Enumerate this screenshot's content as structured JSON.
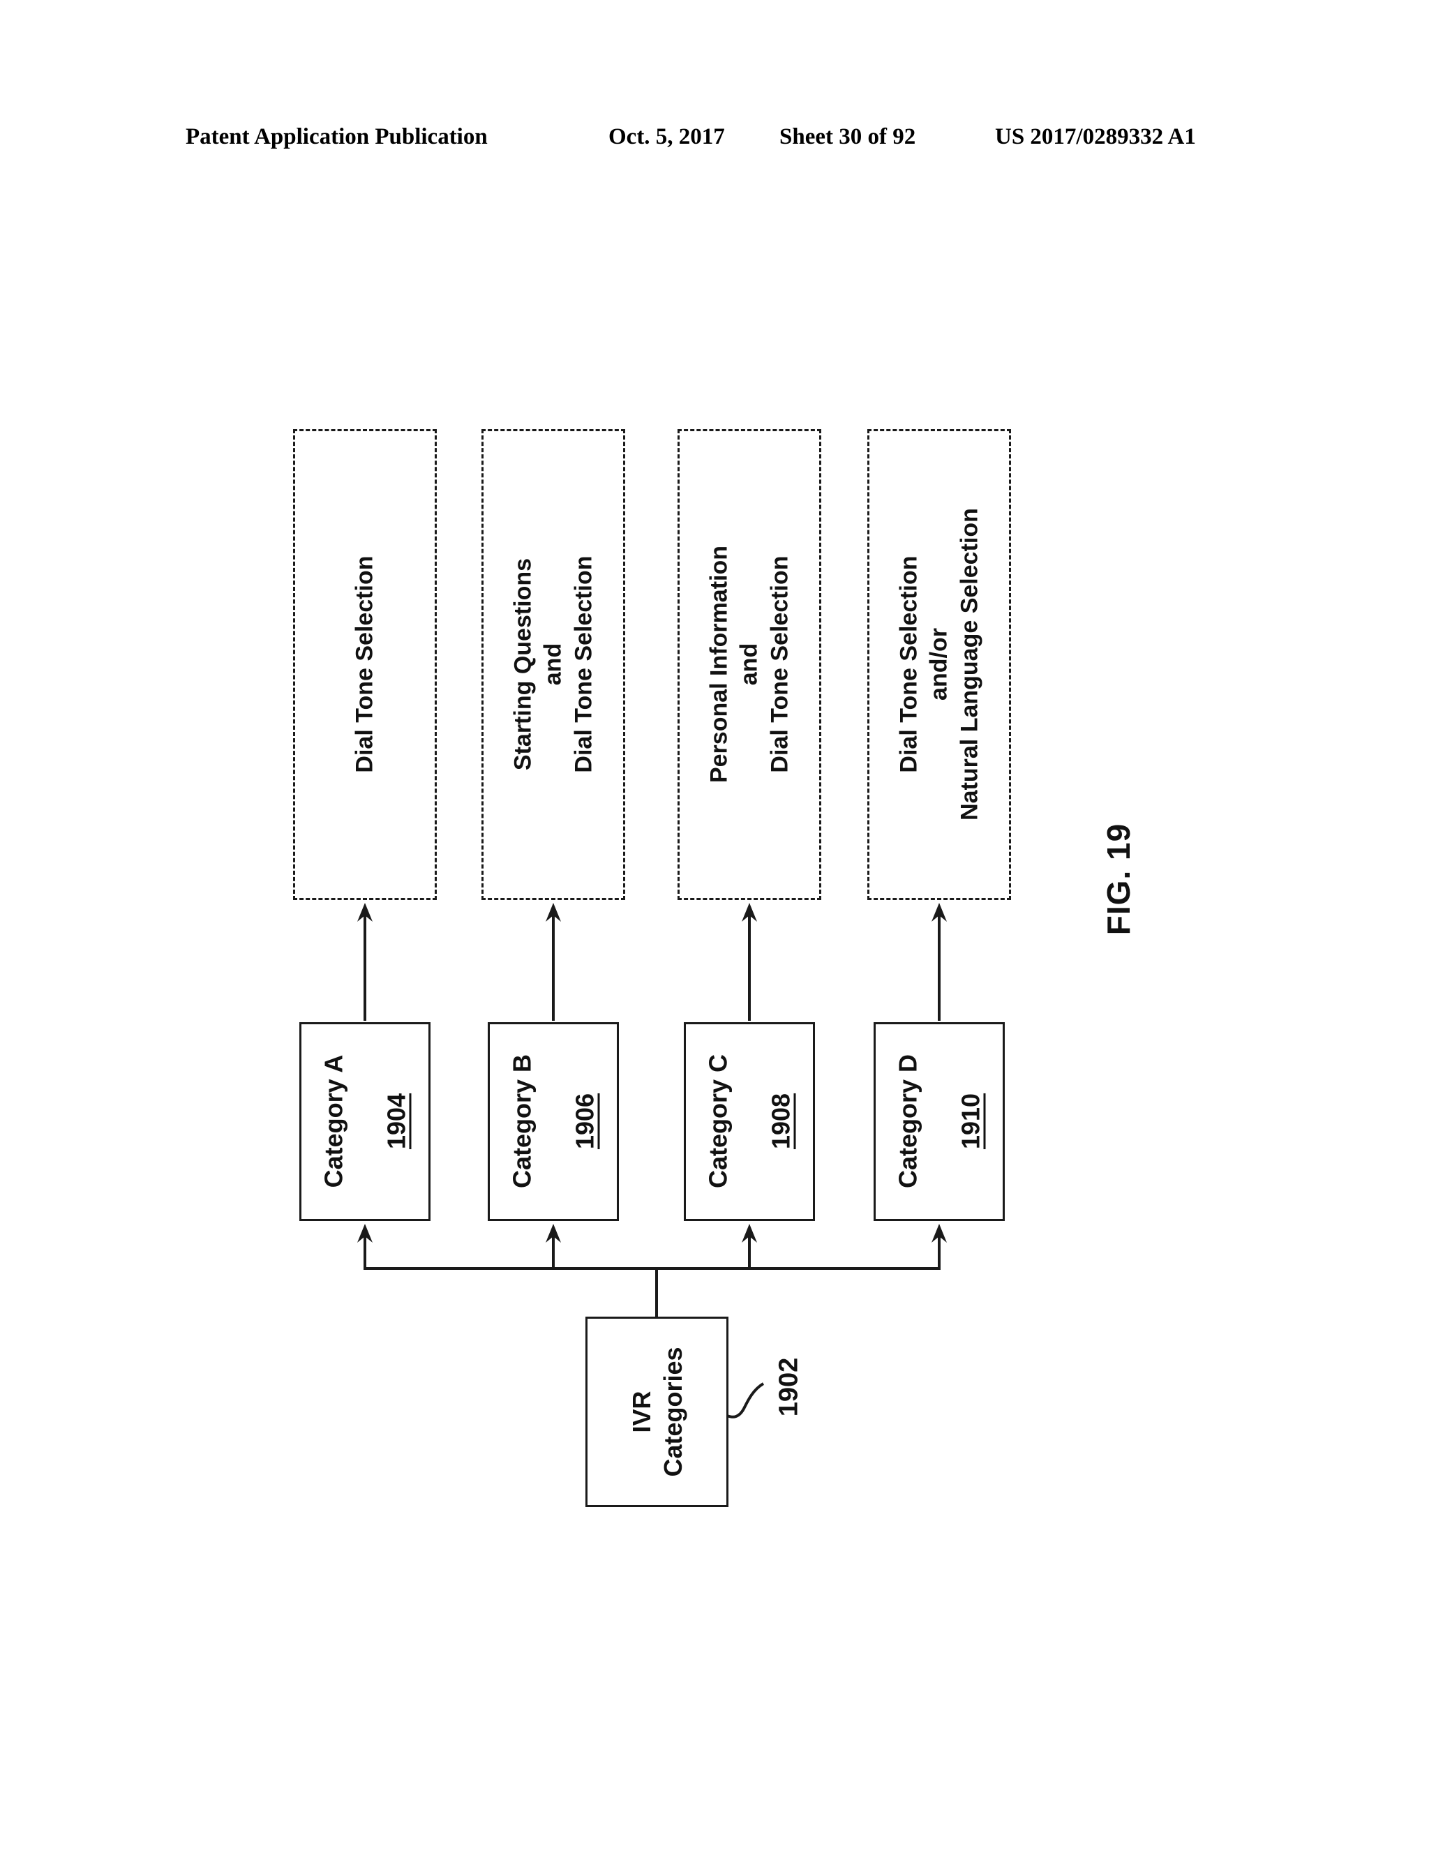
{
  "header": {
    "publication": "Patent Application Publication",
    "date": "Oct. 5, 2017",
    "sheet": "Sheet 30 of 92",
    "patent_number": "US 2017/0289332 A1"
  },
  "figure": {
    "label": "FIG. 19",
    "ink_color": "#1a1a1a",
    "background": "#ffffff",
    "root_box": {
      "lines": [
        "IVR",
        "Categories"
      ],
      "ref": "1902"
    },
    "categories": [
      {
        "label": "Category A",
        "ref": "1904",
        "target_lines": [
          "Dial Tone Selection"
        ]
      },
      {
        "label": "Category B",
        "ref": "1906",
        "target_lines": [
          "Starting Questions",
          "and",
          "Dial Tone Selection"
        ]
      },
      {
        "label": "Category C",
        "ref": "1908",
        "target_lines": [
          "Personal Information",
          "and",
          "Dial Tone Selection"
        ]
      },
      {
        "label": "Category D",
        "ref": "1910",
        "target_lines": [
          "Dial Tone Selection",
          "and/or",
          "Natural Language Selection"
        ]
      }
    ]
  }
}
